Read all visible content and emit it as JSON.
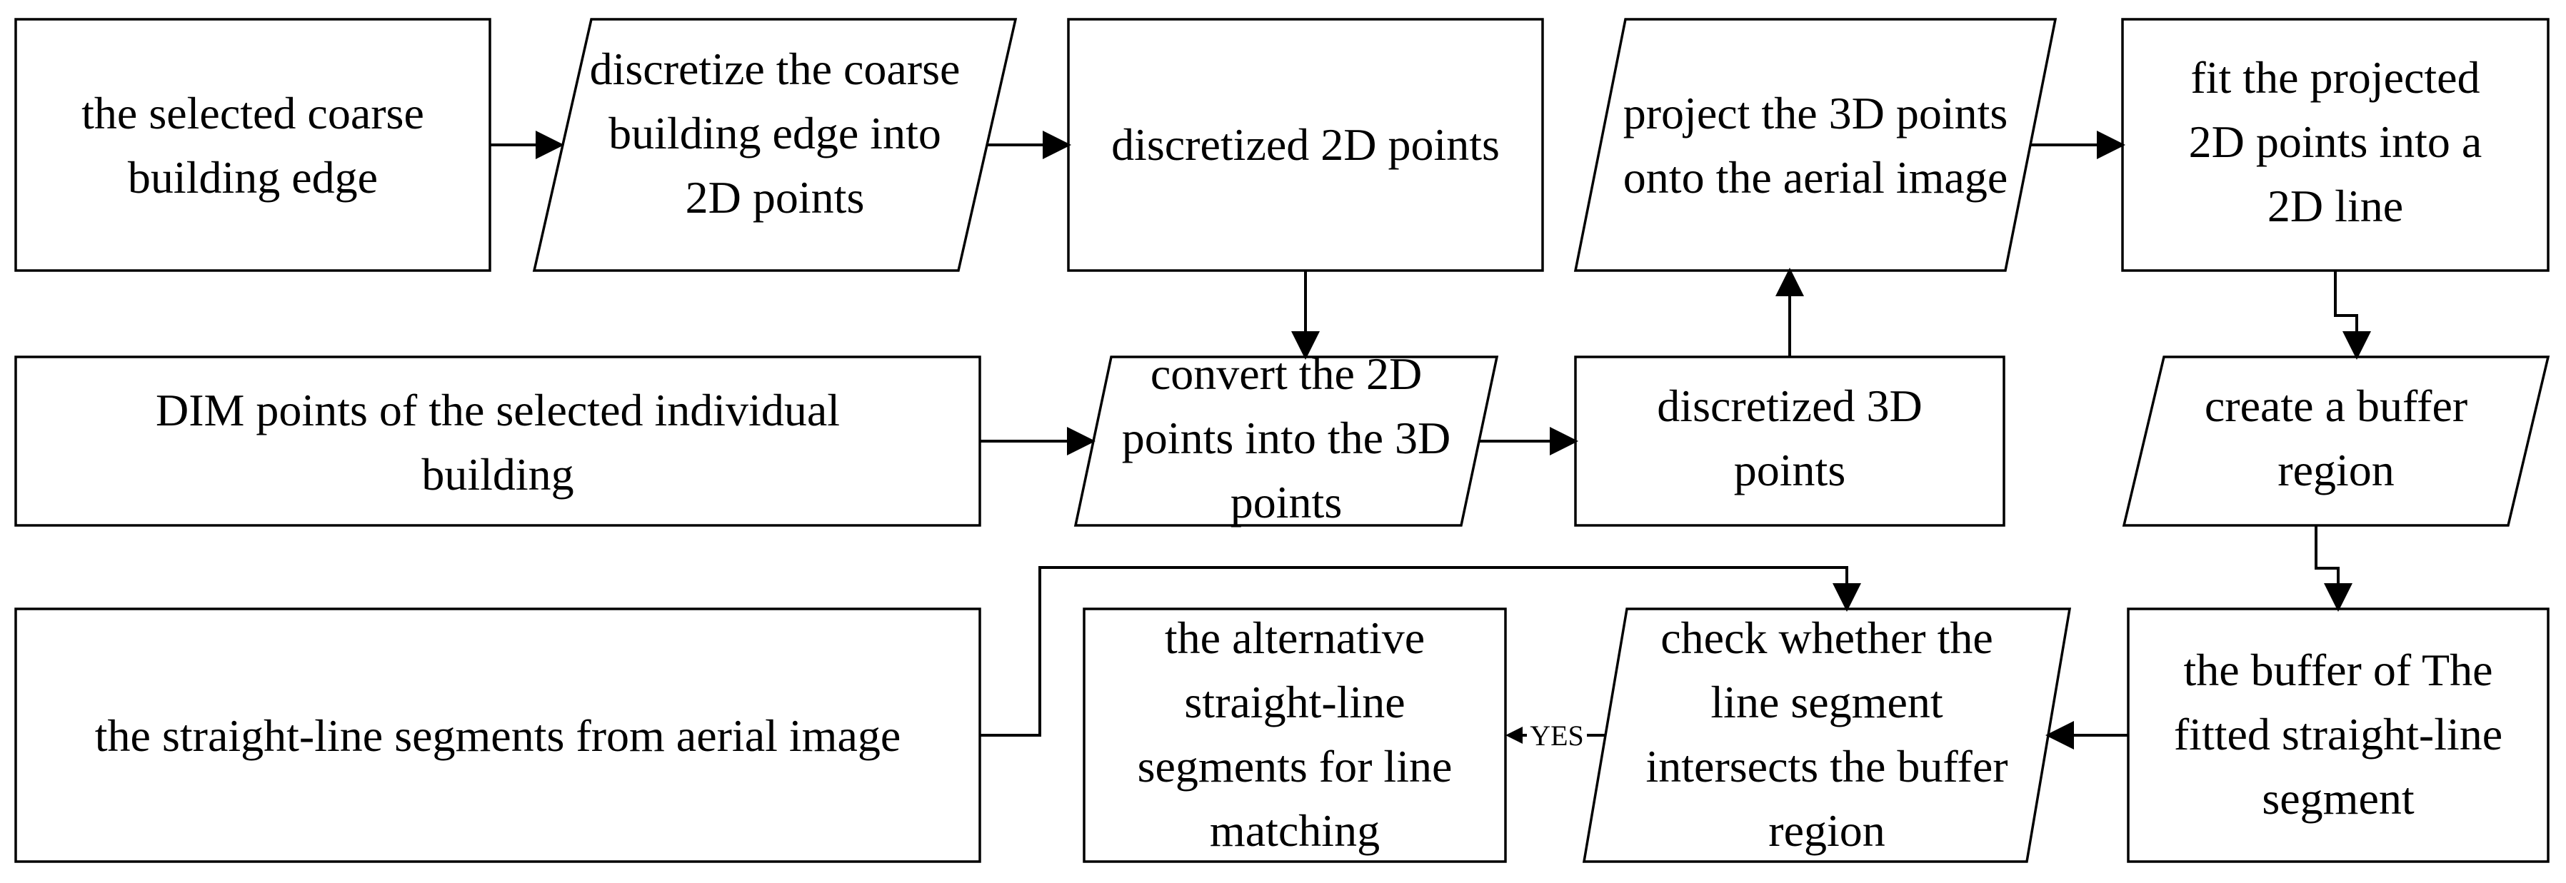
{
  "diagram": {
    "nodes": {
      "n1": [
        "the selected coarse",
        "building edge"
      ],
      "n2": [
        "discretize the coarse",
        "building edge into",
        "2D points"
      ],
      "n3": [
        "discretized 2D points"
      ],
      "n4": [
        "project the 3D points",
        "onto the aerial image"
      ],
      "n5": [
        "fit the projected",
        "2D points into a",
        "2D line"
      ],
      "n6": [
        "DIM points of the selected individual",
        "building"
      ],
      "n7": [
        "convert the 2D",
        "points into the 3D",
        "points"
      ],
      "n8": [
        "discretized 3D",
        "points"
      ],
      "n9": [
        "create a buffer",
        "region"
      ],
      "n10": [
        "the  straight-line segments from aerial image"
      ],
      "n11": [
        "the alternative",
        "straight-line",
        "segments for line",
        "matching"
      ],
      "n12": [
        "check whether the",
        "line segment",
        "intersects the buffer",
        "region"
      ],
      "n13": [
        "the buffer of The",
        "fitted straight-line",
        "segment"
      ]
    },
    "edge_labels": {
      "yes": "YES"
    }
  }
}
